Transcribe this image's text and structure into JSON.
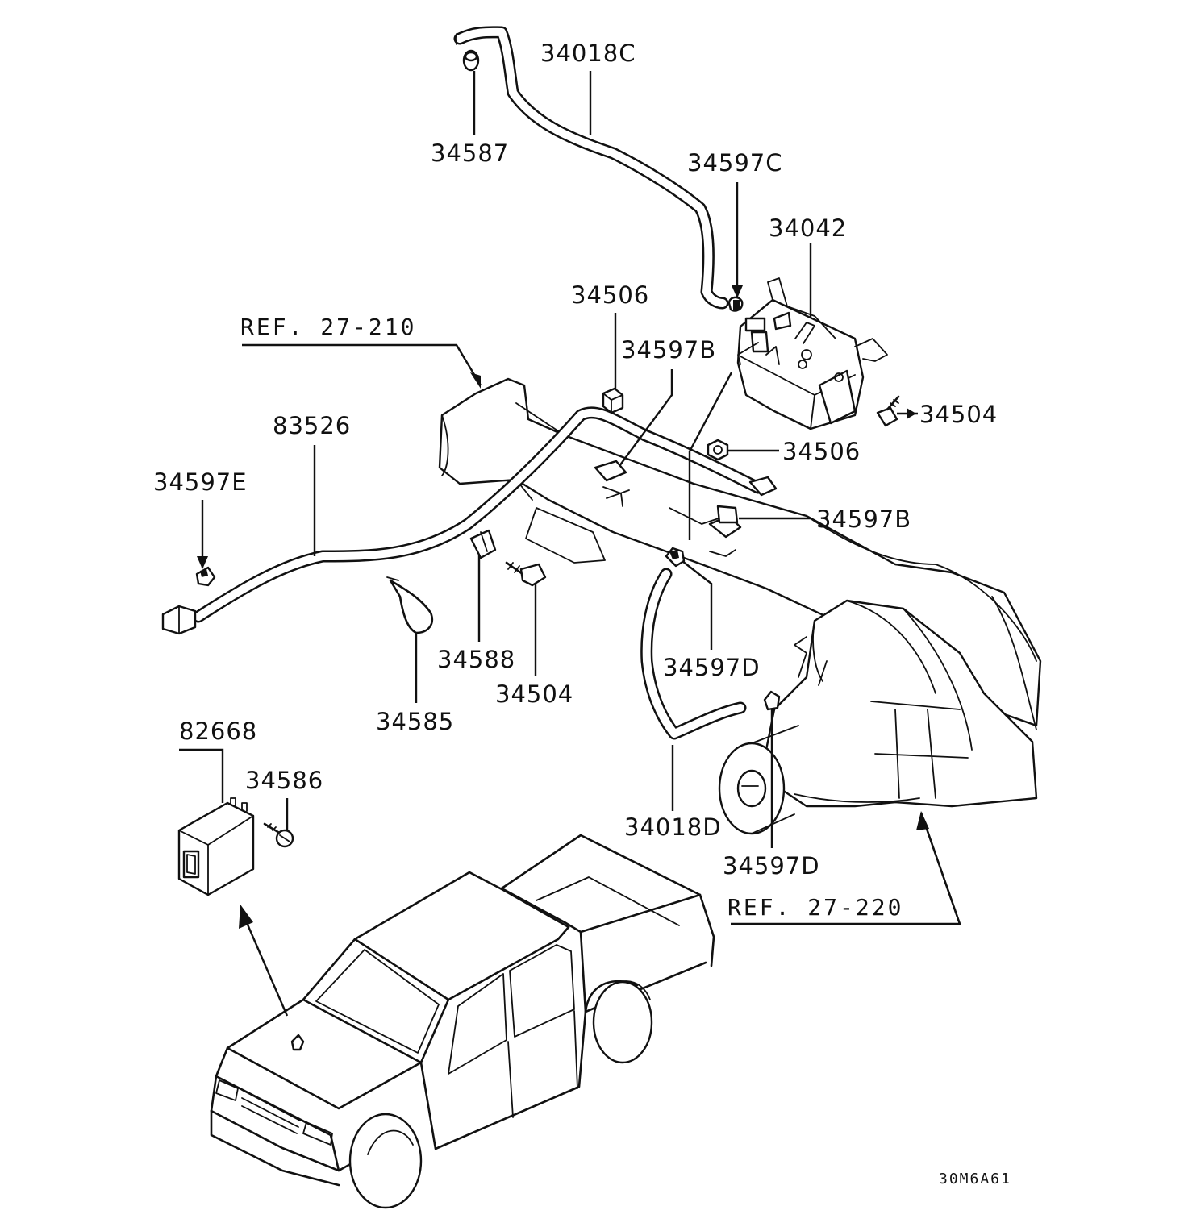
{
  "labels": {
    "p34018C": "34018C",
    "p34587": "34587",
    "p34597C": "34597C",
    "p34042": "34042",
    "p34506_top": "34506",
    "p34597B_top": "34597B",
    "ref_27_210": "REF. 27-210",
    "p83526": "83526",
    "p34597E": "34597E",
    "p34504_right": "34504",
    "p34506_mid": "34506",
    "p34597B_mid": "34597B",
    "p34588": "34588",
    "p34504_mid": "34504",
    "p34585": "34585",
    "p34597D_mid": "34597D",
    "p82668": "82668",
    "p34586": "34586",
    "p34018D": "34018D",
    "p34597D_low": "34597D",
    "ref_27_220": "REF. 27-220"
  },
  "diagram_code": "30M6A61"
}
